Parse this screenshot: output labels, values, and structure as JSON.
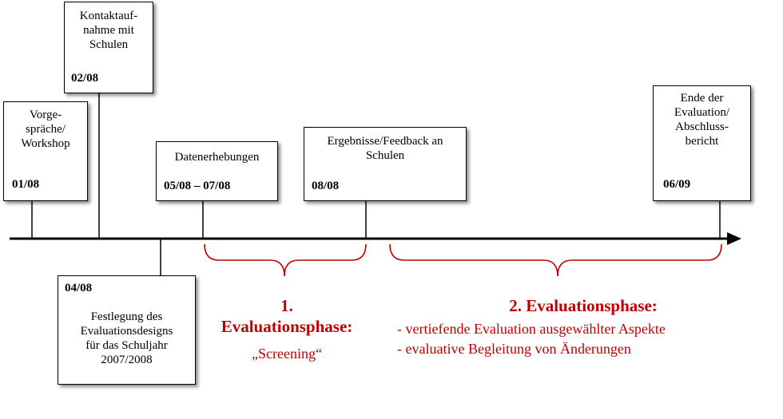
{
  "milestones": [
    {
      "id": "m1",
      "label": "Vorge-\nspräche/\nWorkshop",
      "date": "01/08"
    },
    {
      "id": "m2",
      "label": "Kontaktauf-\nnahme mit\nSchulen",
      "date": "02/08"
    },
    {
      "id": "m3",
      "label": "Festlegung des\nEvaluationsdesigns\nfür das Schuljahr\n2007/2008",
      "date": "04/08"
    },
    {
      "id": "m4",
      "label": "Datenerhebungen",
      "date": "05/08 – 07/08"
    },
    {
      "id": "m5",
      "label": "Ergebnisse/Feedback an\nSchulen",
      "date": "08/08"
    },
    {
      "id": "m6",
      "label": "Ende der\nEvaluation/\nAbschluss-\nbericht",
      "date": "06/09"
    }
  ],
  "phases": [
    {
      "id": "p1",
      "title": "1.\nEvaluationsphase:",
      "subtitle": "„Screening“"
    },
    {
      "id": "p2",
      "title": "2. Evaluationsphase:",
      "subtitle_lines": [
        "- vertiefende Evaluation ausgewählter Aspekte",
        "- evaluative Begleitung von Änderungen"
      ]
    }
  ],
  "colors": {
    "accent": "#c00000",
    "line": "#000000"
  }
}
